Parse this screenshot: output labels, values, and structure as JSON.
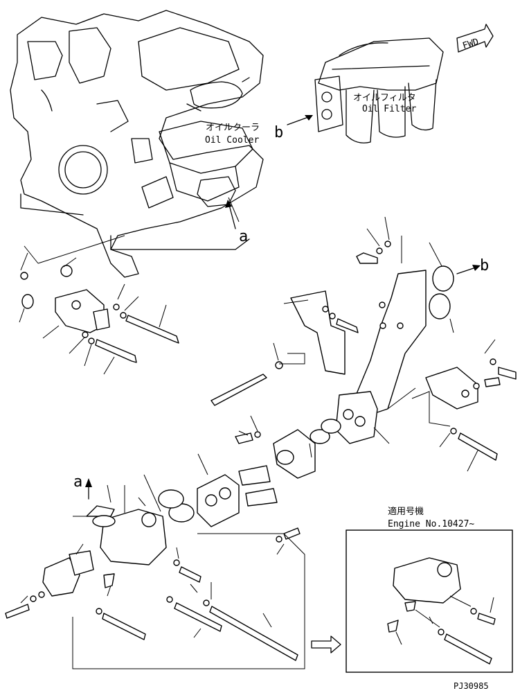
{
  "labels": {
    "fwd": "FWD",
    "oil_filter_jp": "オイルフィルタ",
    "oil_filter_en": "Oil Filter",
    "oil_cooler_jp": "オイルクーラ",
    "oil_cooler_en": "Oil Cooler",
    "ref_a_top": "a",
    "ref_b_left": "b",
    "ref_b_right": "b",
    "ref_a_lower": "a",
    "inset_title_jp": "適用号機",
    "inset_title_en": "Engine No.10427~",
    "part_code": "PJ30985"
  }
}
